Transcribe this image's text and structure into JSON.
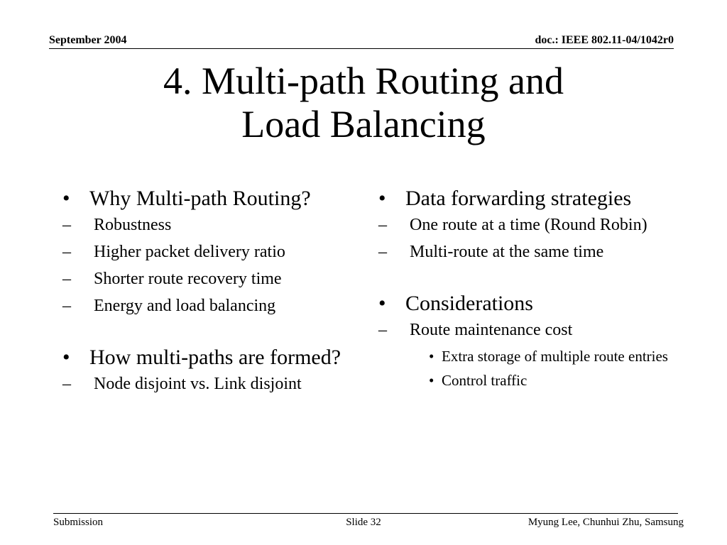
{
  "header": {
    "date": "September 2004",
    "doc": "doc.: IEEE 802.11-04/1042r0"
  },
  "title": {
    "line1": "4. Multi-path Routing and",
    "line2": "Load Balancing"
  },
  "bullet_glyph": "•",
  "dash_glyph": "–",
  "left_column": [
    {
      "text": "Why Multi-path Routing?",
      "subitems": [
        "Robustness",
        "Higher packet delivery ratio",
        "Shorter route recovery time",
        "Energy and load balancing"
      ]
    },
    {
      "text": "How multi-paths are formed?",
      "subitems": [
        "Node disjoint vs. Link disjoint"
      ]
    }
  ],
  "right_column": [
    {
      "text": "Data forwarding strategies",
      "subitems": [
        "One route at a time (Round Robin)",
        "Multi-route at the same time"
      ]
    },
    {
      "text": "Considerations",
      "subitems": [
        "Route maintenance cost"
      ],
      "subsubitems": [
        "Extra storage of multiple route entries",
        "Control traffic"
      ]
    }
  ],
  "footer": {
    "left": "Submission",
    "center": "Slide 32",
    "right": "Myung Lee, Chunhui Zhu, Samsung"
  }
}
